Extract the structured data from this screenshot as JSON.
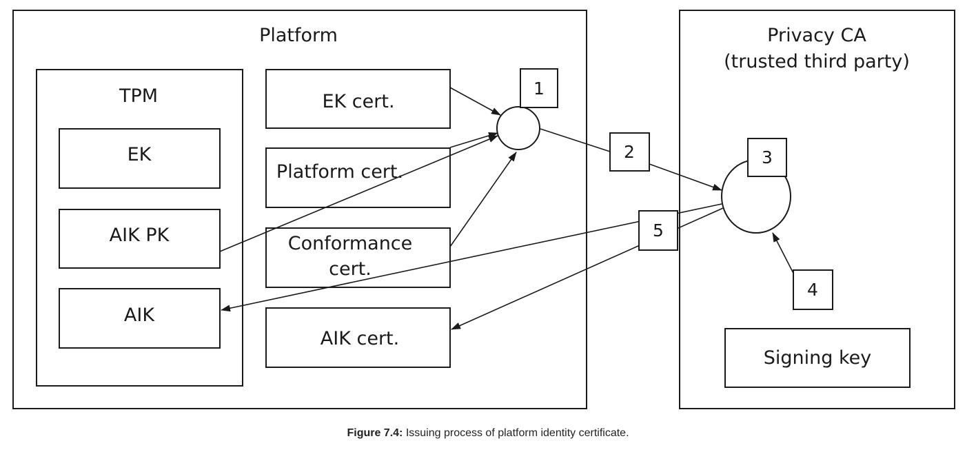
{
  "platform": {
    "title": "Platform",
    "tpm": {
      "title": "TPM",
      "ek": "EK",
      "aik_pk": "AIK PK",
      "aik": "AIK"
    },
    "certs": {
      "ek_cert": "EK cert.",
      "platform_cert": "Platform cert.",
      "conformance_cert_line1": "Conformance",
      "conformance_cert_line2": "cert.",
      "aik_cert": "AIK cert."
    }
  },
  "privacy_ca": {
    "title_line1": "Privacy CA",
    "title_line2": "(trusted third party)",
    "signing_key": "Signing key"
  },
  "steps": [
    "1",
    "2",
    "3",
    "4",
    "5"
  ],
  "caption": {
    "label": "Figure 7.4:",
    "text": " Issuing process of platform identity certificate."
  }
}
